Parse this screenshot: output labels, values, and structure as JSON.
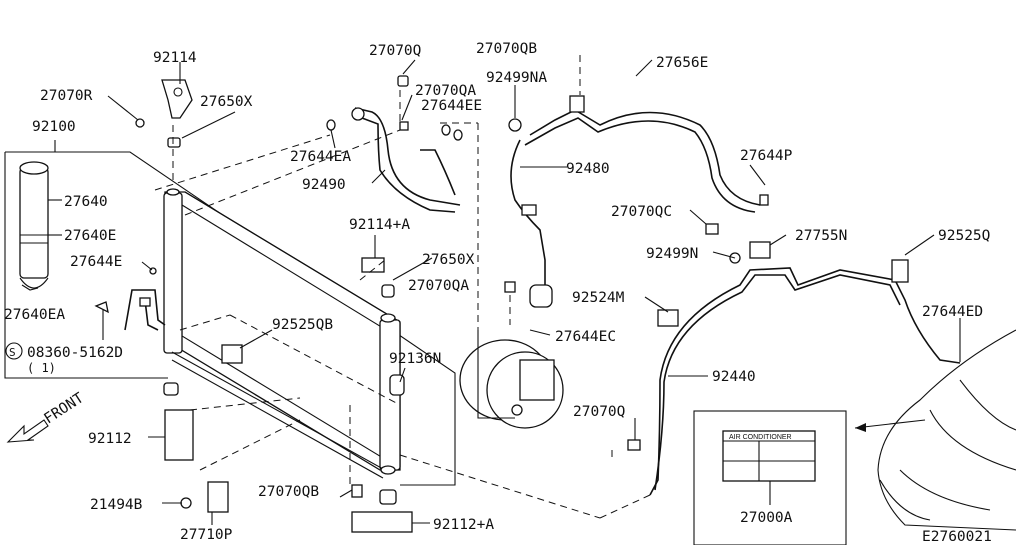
{
  "labels": {
    "p92114": "92114",
    "p27070R": "27070R",
    "p27650X_top": "27650X",
    "p92100": "92100",
    "p27640": "27640",
    "p27640E": "27640E",
    "p27644E": "27644E",
    "p27640EA": "27640EA",
    "p08360": "08360-5162D",
    "p08360_qty": "( 1)",
    "p27070Q_top": "27070Q",
    "p27070QA_top": "27070QA",
    "p27644EE": "27644EE",
    "p27644EA": "27644EA",
    "p92490": "92490",
    "p92114A": "92114+A",
    "p27650X_mid": "27650X",
    "p27070QA_mid": "27070QA",
    "p92525QB": "92525QB",
    "p92136N": "92136N",
    "p27070QB_top": "27070QB",
    "p92499NA": "92499NA",
    "p27656E": "27656E",
    "p92480": "92480",
    "p27644P": "27644P",
    "p27070QC": "27070QC",
    "p92499N": "92499N",
    "p27755N": "27755N",
    "p92525Q": "92525Q",
    "p92524M": "92524M",
    "p27644EC": "27644EC",
    "p27644ED": "27644ED",
    "p92440": "92440",
    "p27070Q_bot": "27070Q",
    "p92112": "92112",
    "p21494B": "21494B",
    "p27710P": "27710P",
    "p27070QB_bot": "27070QB",
    "p92112A": "92112+A",
    "p27000A": "27000A",
    "front": "FRONT",
    "circle_s": "S",
    "label_title": "AIR CONDITIONER",
    "diagram_code": "E2760021"
  }
}
